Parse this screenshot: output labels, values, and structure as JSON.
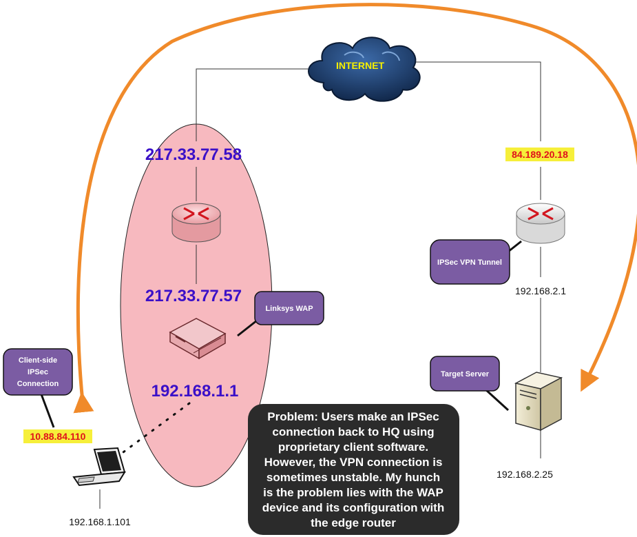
{
  "cloud": {
    "label": "INTERNET"
  },
  "left_site": {
    "wan_ip": "217.33.77.58",
    "router_lan_ip": "217.33.77.57",
    "wap_ip": "192.168.1.1",
    "wap_callout": "Linksys WAP"
  },
  "client": {
    "callout_lines": [
      "Client-side",
      "IPSec",
      "Connection"
    ],
    "tunnel_ip": "10.88.84.110",
    "lan_ip": "192.168.1.101"
  },
  "right_site": {
    "wan_ip": "84.189.20.18",
    "router_callout_lines": [
      "IPSec VPN Tunnel"
    ],
    "router_lan_ip": "192.168.2.1",
    "server_callout": "Target Server",
    "server_ip": "192.168.2.25"
  },
  "problem_lines": [
    "Problem: Users make an IPSec",
    "connection back to HQ using",
    "proprietary client software.",
    "However, the VPN connection is",
    "sometimes unstable. My hunch",
    "is the problem lies with the WAP",
    "device and its configuration with",
    "the edge router"
  ],
  "colors": {
    "ellipse_fill": "#f7b9bf",
    "arrow": "#f08a2a",
    "callout": "#7b5ca3",
    "ip_purple": "#3b10c8",
    "ip_highlight_bg": "#f6ef3a",
    "ip_highlight_text": "#e0101a",
    "problem_bg": "#2b2b2b"
  },
  "icons": [
    "cloud-icon",
    "router-icon",
    "wireless-access-point-icon",
    "laptop-icon",
    "server-icon"
  ]
}
